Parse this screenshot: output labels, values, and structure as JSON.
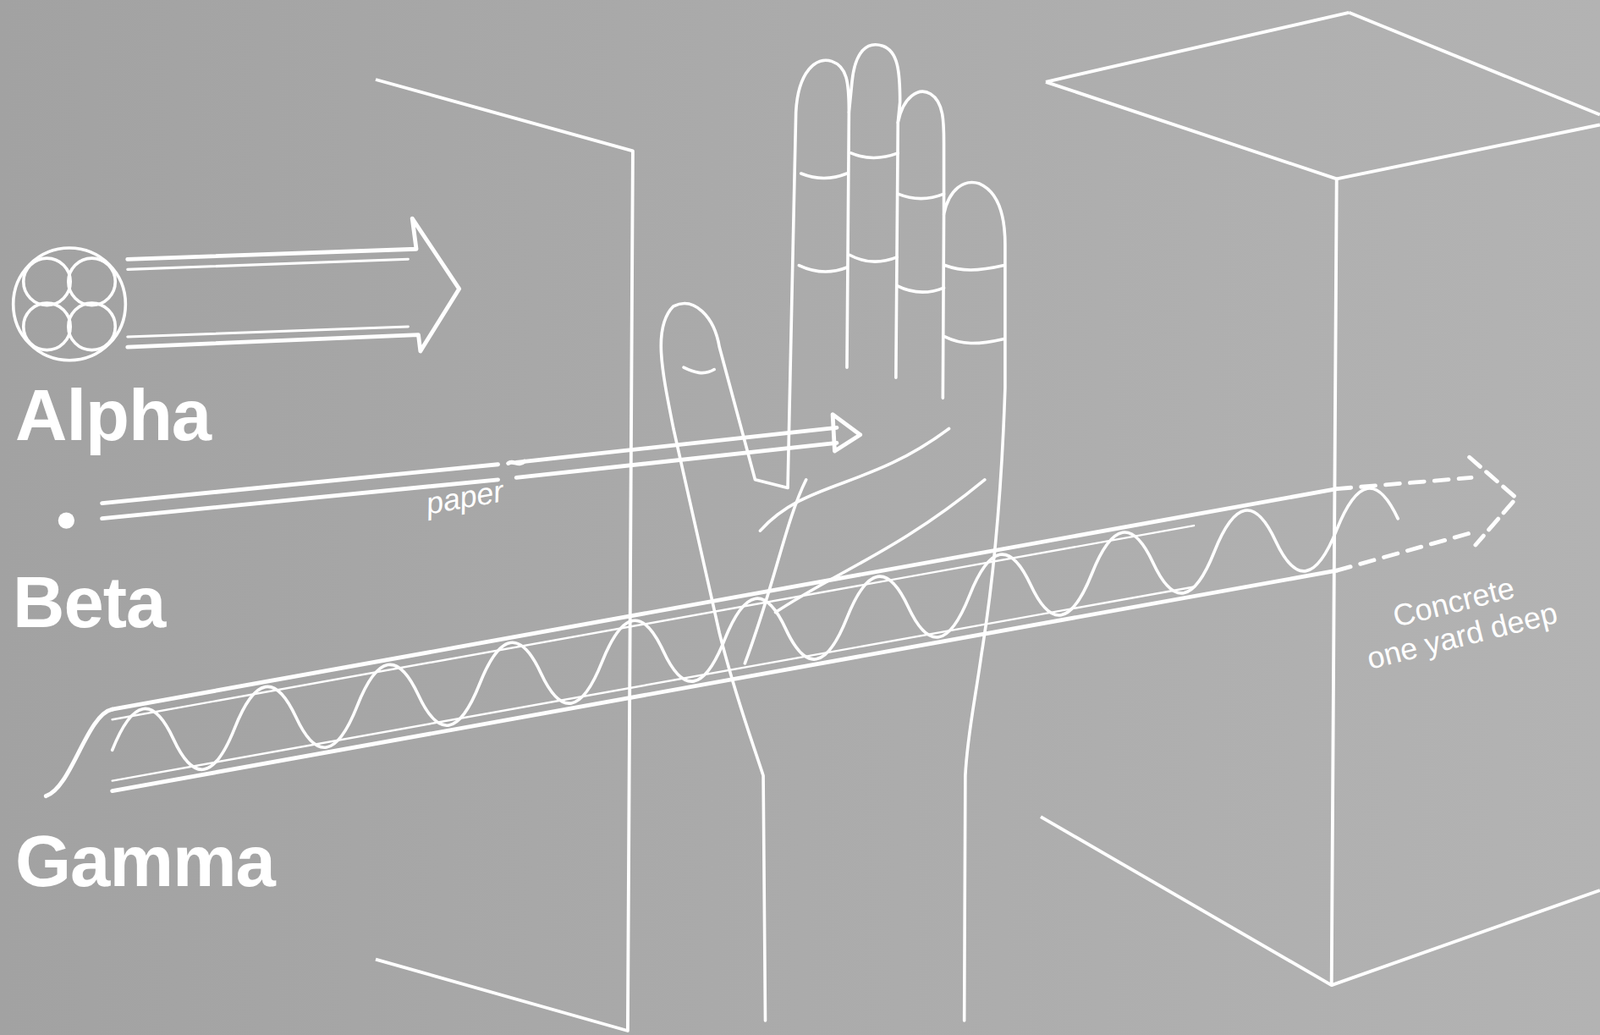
{
  "diagram": {
    "nodes": [
      {
        "text": [
          "paper"
        ]
      },
      {
        "text": [
          "Concrete one yard deep"
        ]
      }
    ],
    "labels": [
      "Alpha",
      "Beta",
      "Gamma"
    ]
  }
}
